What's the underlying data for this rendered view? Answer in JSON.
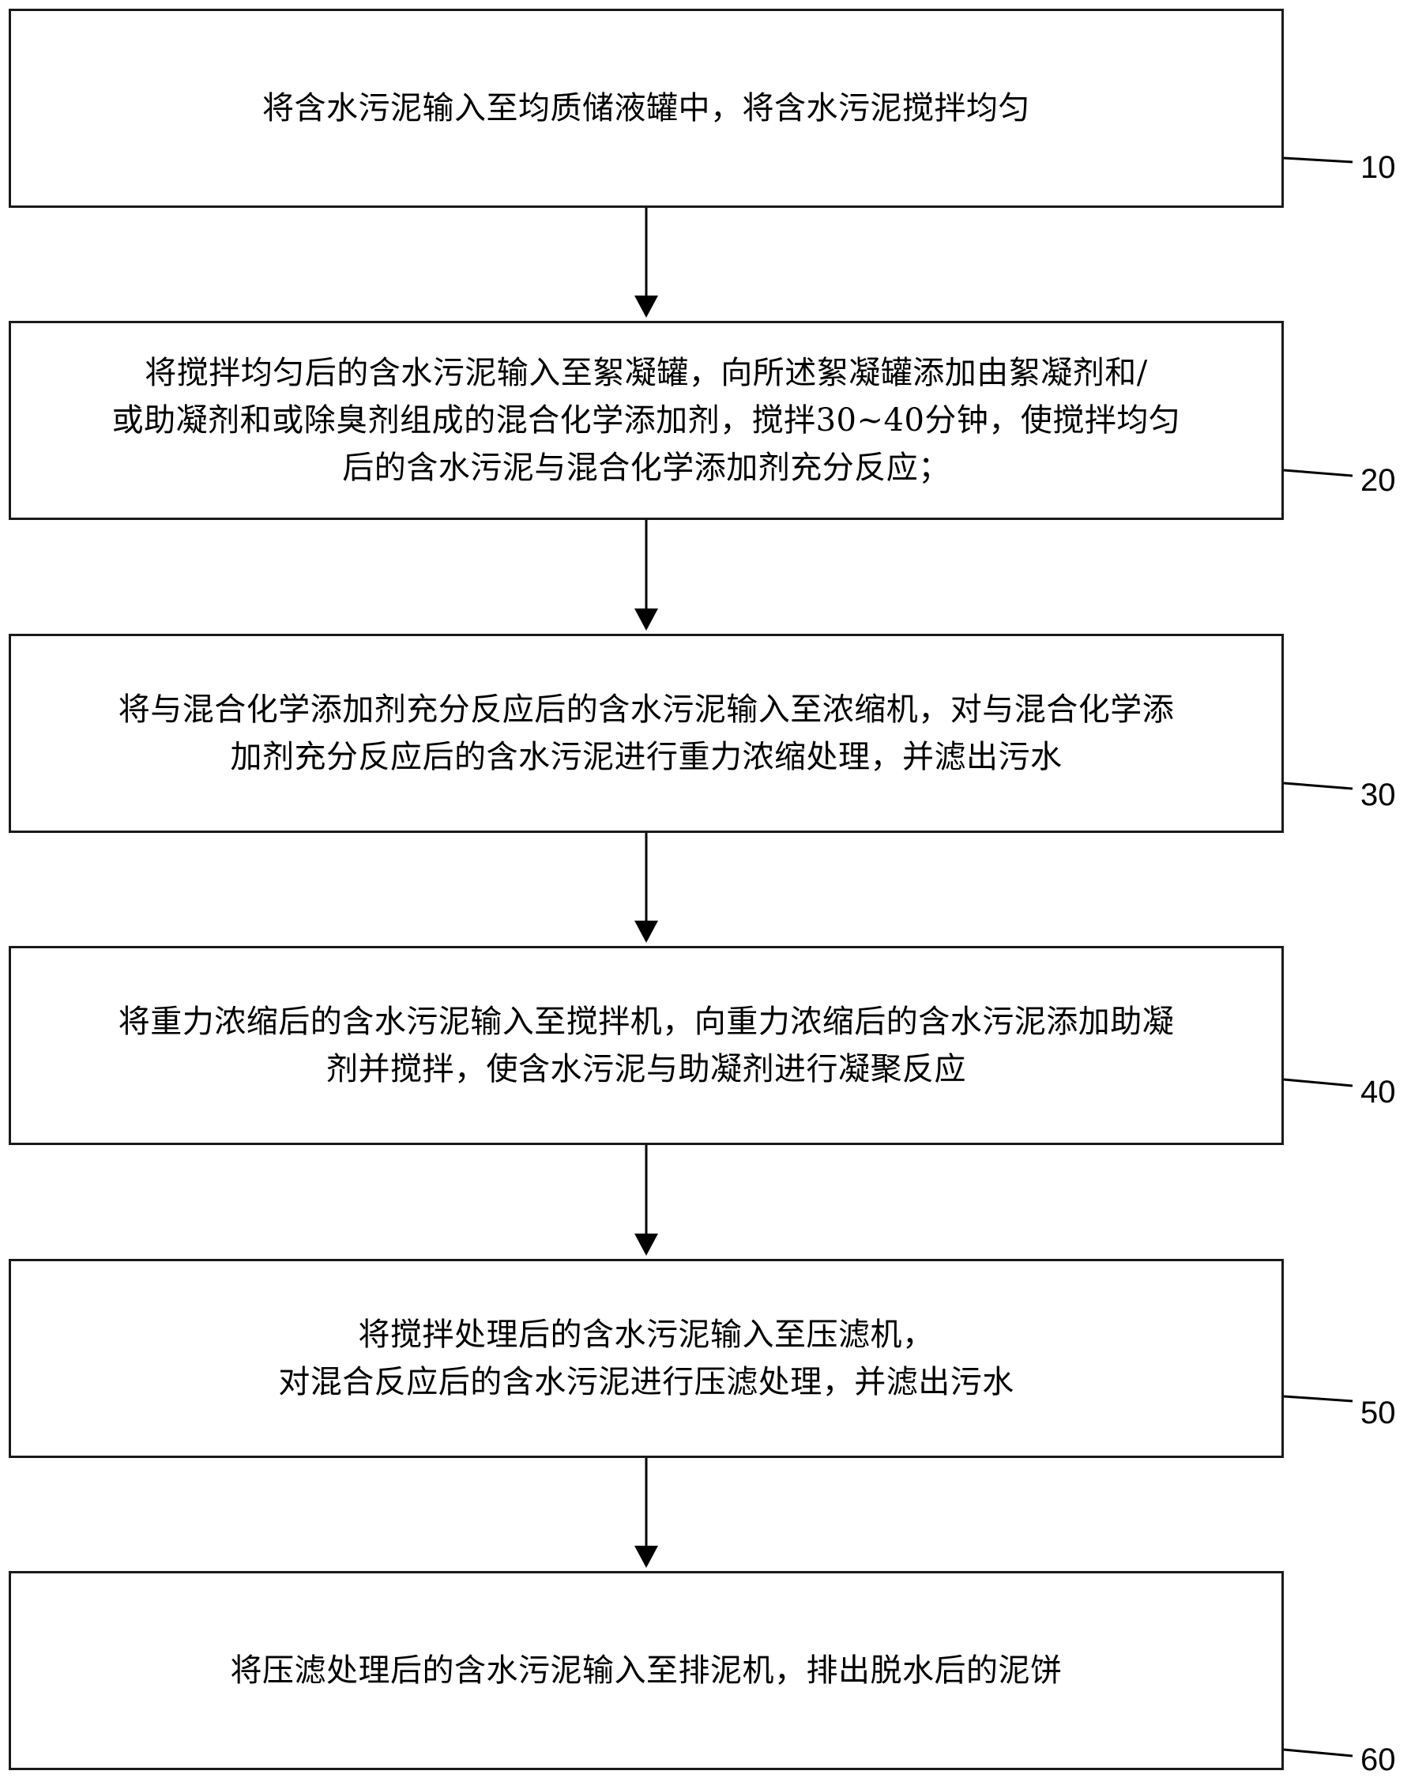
{
  "steps": [
    {
      "id": "10",
      "text": "将含水污泥输入至均质储液罐中，将含水污泥搅拌均匀"
    },
    {
      "id": "20",
      "text": "将搅拌均匀后的含水污泥输入至絮凝罐，向所述絮凝罐添加由絮凝剂和/\n或助凝剂和或除臭剂组成的混合化学添加剂，搅拌30~40分钟，使搅拌均匀\n后的含水污泥与混合化学添加剂充分反应；"
    },
    {
      "id": "30",
      "text": "将与混合化学添加剂充分反应后的含水污泥输入至浓缩机，对与混合化学添\n加剂充分反应后的含水污泥进行重力浓缩处理，并滤出污水"
    },
    {
      "id": "40",
      "text": "将重力浓缩后的含水污泥输入至搅拌机，向重力浓缩后的含水污泥添加助凝\n剂并搅拌，使含水污泥与助凝剂进行凝聚反应"
    },
    {
      "id": "50",
      "text": "将搅拌处理后的含水污泥输入至压滤机，\n对混合反应后的含水污泥进行压滤处理，并滤出污水"
    },
    {
      "id": "60",
      "text": "将压滤处理后的含水污泥输入至排泥机，排出脱水后的泥饼"
    }
  ]
}
